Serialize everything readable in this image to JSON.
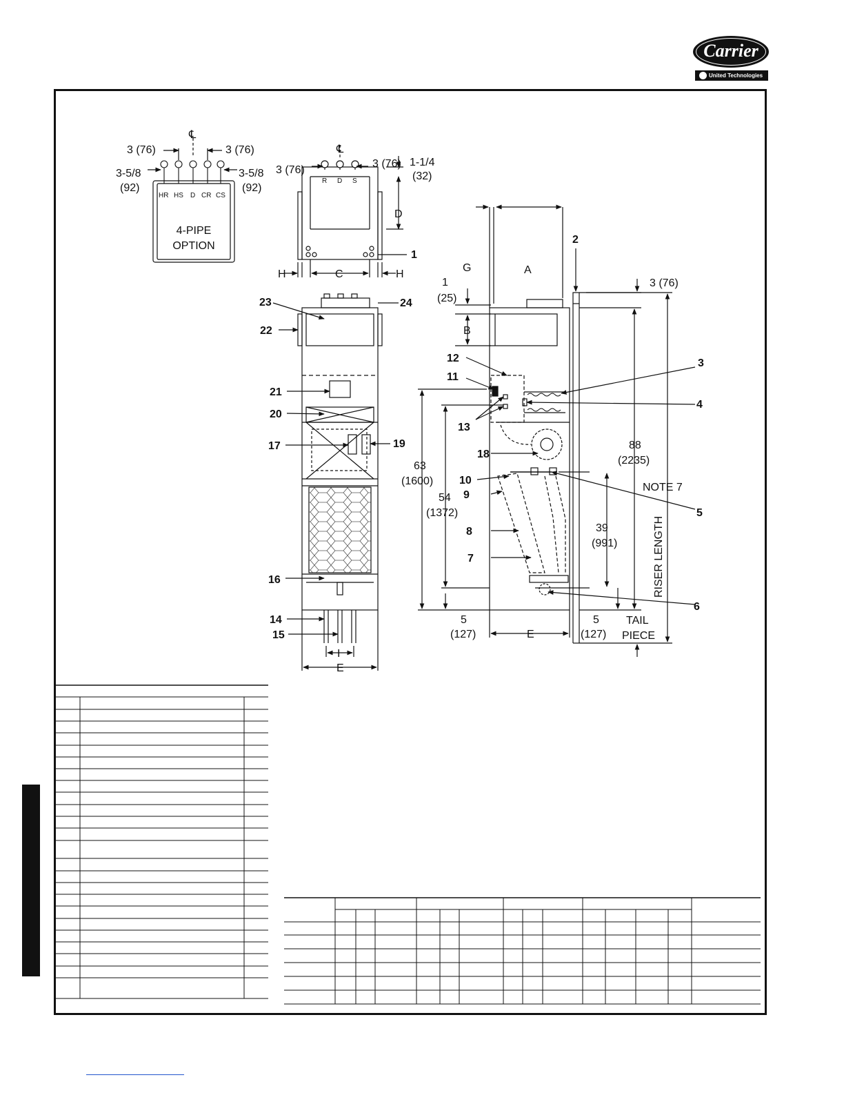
{
  "brand": {
    "name": "Carrier",
    "tagline": "United Technologies"
  },
  "option_label": [
    "4-PIPE",
    "OPTION"
  ],
  "four_pipe": {
    "top_dims": {
      "left": "3 (76)",
      "right": "3 (76)"
    },
    "side_dims": {
      "left_in": "3-5/8",
      "left_mm": "(92)",
      "right_in": "3-5/8",
      "right_mm": "(92)"
    },
    "ports": [
      "HR",
      "HS",
      "D",
      "CR",
      "CS"
    ],
    "centerline": "℄"
  },
  "top_view": {
    "dim_left": "3 (76)",
    "dim_right": "3 (76)",
    "dim_corner_in": "1-1/4",
    "dim_corner_mm": "(32)",
    "ports": [
      "R",
      "D",
      "S"
    ],
    "letters": {
      "d": "D",
      "c": "C",
      "h": "H"
    }
  },
  "front_view": {
    "letters": {
      "i": "I",
      "e": "E"
    }
  },
  "side_view": {
    "letters": {
      "g": "G",
      "a": "A",
      "b": "B",
      "e": "E"
    },
    "dims": {
      "top_gap_in": "1",
      "top_gap_mm": "(25)",
      "riser_top": "3 (76)",
      "h63_in": "63",
      "h63_mm": "(1600)",
      "h54_in": "54",
      "h54_mm": "(1372)",
      "h88_in": "88",
      "h88_mm": "(2235)",
      "h39_in": "39",
      "h39_mm": "(991)",
      "bottom_left_in": "5",
      "bottom_left_mm": "(127)",
      "bottom_right_in": "5",
      "bottom_right_mm": "(127)"
    },
    "note": "NOTE 7",
    "riser": "RISER LENGTH",
    "tail": [
      "TAIL",
      "PIECE"
    ]
  },
  "callouts": {
    "n1": "1",
    "n2": "2",
    "n3": "3",
    "n4": "4",
    "n5": "5",
    "n6": "6",
    "n7": "7",
    "n8": "8",
    "n9": "9",
    "n10": "10",
    "n11": "11",
    "n12": "12",
    "n13": "13",
    "n14": "14",
    "n15": "15",
    "n16": "16",
    "n17": "17",
    "n18": "18",
    "n19": "19",
    "n20": "20",
    "n21": "21",
    "n22": "22",
    "n23": "23",
    "n24": "24"
  }
}
